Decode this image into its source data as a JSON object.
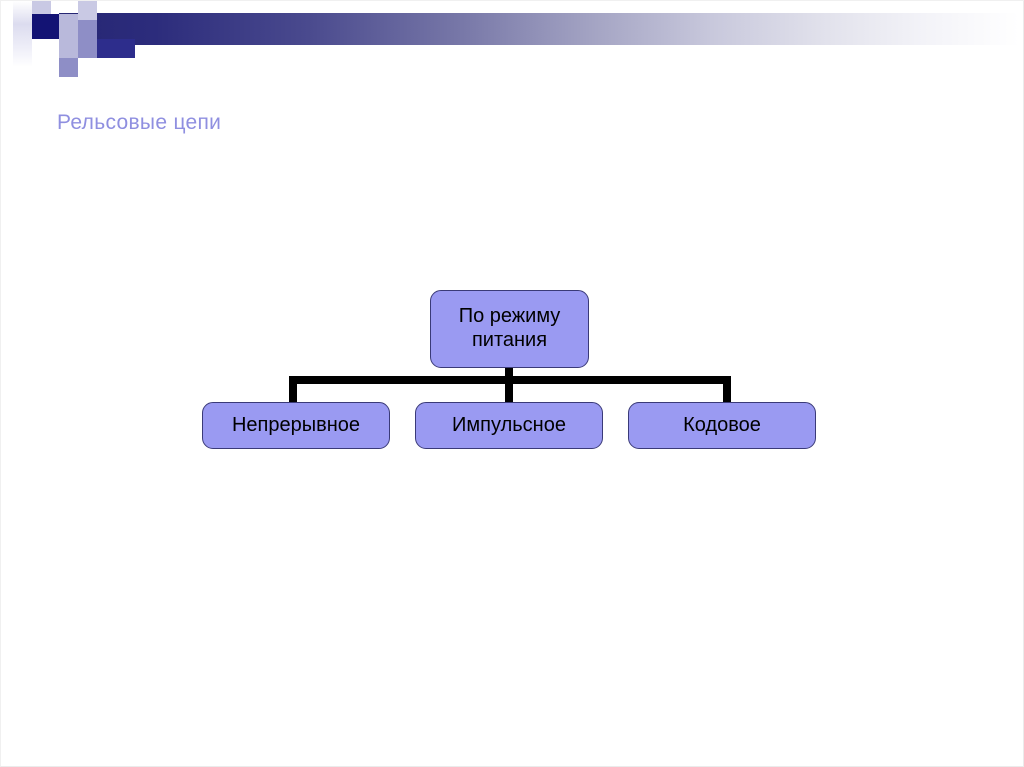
{
  "slide": {
    "title": "Рельсовые цепи",
    "background_color": "#ffffff",
    "title_color": "#8f8fe0"
  },
  "header": {
    "gradient_from": "#262673",
    "gradient_to": "#ffffff",
    "squares": [
      {
        "name": "square-pale-top",
        "color": "#c9c9e4"
      },
      {
        "name": "square-dark-navy",
        "color": "#131374"
      },
      {
        "name": "square-light-upper",
        "color": "#b9b9db"
      },
      {
        "name": "square-med-upper",
        "color": "#8e8ec6"
      },
      {
        "name": "square-blue-block",
        "color": "#2d2d8c"
      },
      {
        "name": "square-light-mid",
        "color": "#b9b9db"
      },
      {
        "name": "square-med-mid",
        "color": "#8e8ec6"
      },
      {
        "name": "square-med-lower",
        "color": "#8e8ec6"
      }
    ]
  },
  "chart_data": {
    "type": "diagram",
    "subtype": "organization-tree",
    "title": "Рельсовые цепи",
    "node_fill": "#9a9af2",
    "node_border": "#3a3a78",
    "connector_color": "#000000",
    "root": {
      "id": "root",
      "label": "По режиму питания"
    },
    "children": [
      {
        "id": "child-1",
        "label": "Непрерывное"
      },
      {
        "id": "child-2",
        "label": "Импульсное"
      },
      {
        "id": "child-3",
        "label": "Кодовое"
      }
    ]
  }
}
